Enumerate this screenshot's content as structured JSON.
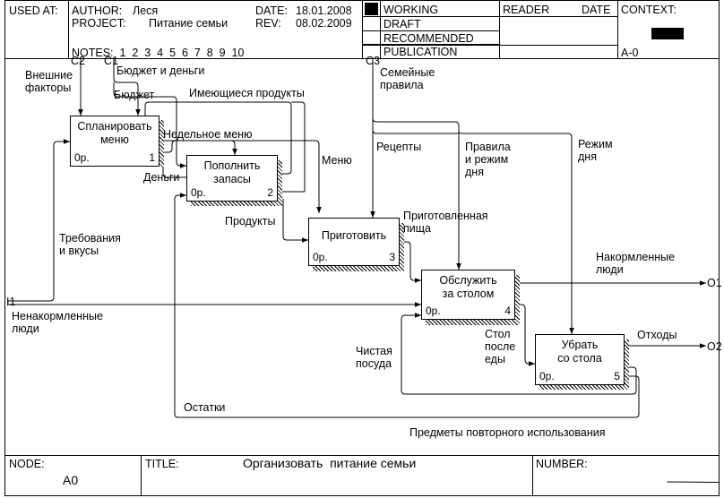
{
  "header": {
    "used_at": "USED AT:",
    "author_label": "AUTHOR:",
    "author": "Леся",
    "project_label": "PROJECT:",
    "project": "Питание семьи",
    "date_label": "DATE:",
    "date": "18.01.2008",
    "rev_label": "REV:",
    "rev": "08.02.2009",
    "notes": "NOTES:  1  2  3  4  5  6  7  8  9  10",
    "status": [
      "WORKING",
      "DRAFT",
      "RECOMMENDED",
      "PUBLICATION"
    ],
    "reader": "READER",
    "date2": "DATE",
    "context": "CONTEXT:",
    "node_ref": "A-0"
  },
  "boxes": [
    {
      "title": "Спланировать\nменю",
      "cost": "0р.",
      "num": "1"
    },
    {
      "title": "Пополнить\nзапасы",
      "cost": "0р.",
      "num": "2"
    },
    {
      "title": "Приготовить",
      "cost": "0р.",
      "num": "3"
    },
    {
      "title": "Обслужить\nза столом",
      "cost": "0р.",
      "num": "4"
    },
    {
      "title": "Убрать\nсо стола",
      "cost": "0р.",
      "num": "5"
    }
  ],
  "tunnels": {
    "c2": "C2",
    "c1": "C1",
    "c3": "C3",
    "i1": "I1",
    "o1": "O1",
    "o2": "O2"
  },
  "labels": {
    "vneshnie": "Внешние\nфакторы",
    "budget_money": "Бюджет и деньги",
    "budget": "Бюджет",
    "available": "Имеющиеся продукты",
    "family_rules": "Семейные\nправила",
    "weekly_menu": "Недельное меню",
    "menu": "Меню",
    "money": "Деньги",
    "recipes": "Рецепты",
    "rules_mode": "Правила\nи режим\nдня",
    "day_mode": "Режим\nдня",
    "requirements": "Требования\nи вкусы",
    "products": "Продукты",
    "cooked_food": "Приготовленная\nпища",
    "fed_people": "Накормленные\nлюди",
    "hungry_people": "Ненакормленные\nлюди",
    "table_after_meal": "Стол\nпосле\nеды",
    "clean_dishes": "Чистая\nпосуда",
    "waste": "Отходы",
    "leftovers": "Остатки",
    "reusable": "Предметы повторного использования"
  },
  "footer": {
    "node_label": "NODE:",
    "node": "A0",
    "title_label": "TITLE:",
    "title": "Организовать  питание семьи",
    "number_label": "NUMBER:"
  }
}
